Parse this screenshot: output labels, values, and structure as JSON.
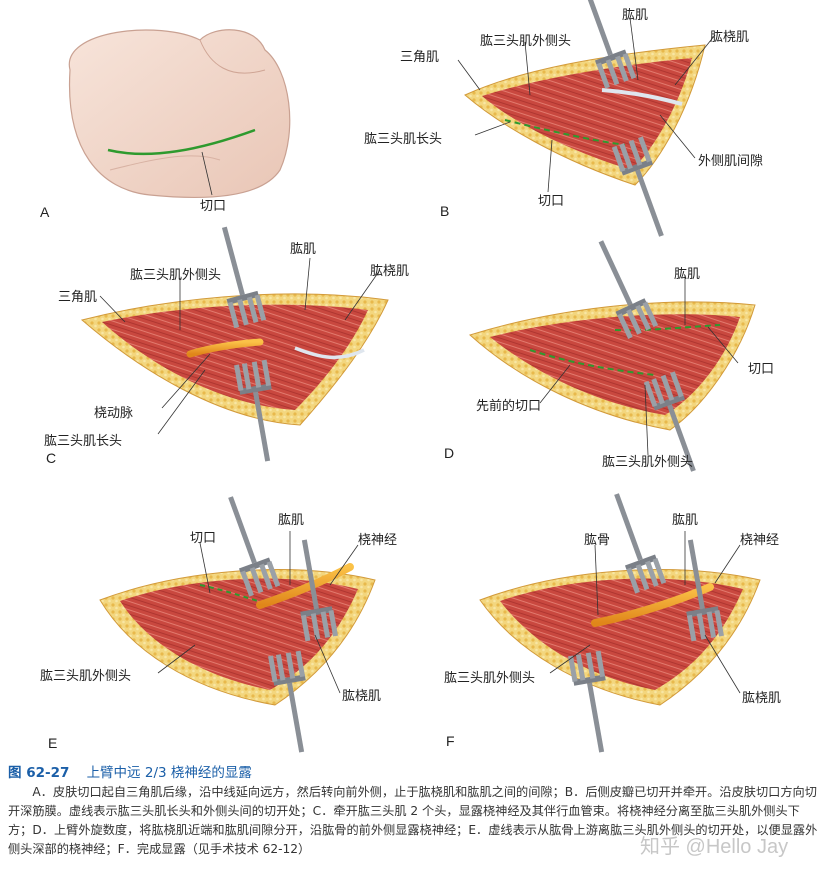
{
  "panels": {
    "A": {
      "letter": "A",
      "labels": {
        "incision": "切口"
      }
    },
    "B": {
      "letter": "B",
      "labels": {
        "deltoid": "三角肌",
        "triceps_lateral": "肱三头肌外侧头",
        "brachialis": "肱肌",
        "brachioradialis": "肱桡肌",
        "triceps_long": "肱三头肌长头",
        "lateral_septum": "外侧肌间隙",
        "incision": "切口"
      }
    },
    "C": {
      "letter": "C",
      "labels": {
        "deltoid": "三角肌",
        "triceps_lateral": "肱三头肌外侧头",
        "brachialis": "肱肌",
        "brachioradialis": "肱桡肌",
        "radial_artery": "桡动脉",
        "triceps_long": "肱三头肌长头"
      }
    },
    "D": {
      "letter": "D",
      "labels": {
        "brachialis": "肱肌",
        "incision": "切口",
        "prior_incision": "先前的切口",
        "triceps_lateral": "肱三头肌外侧头"
      }
    },
    "E": {
      "letter": "E",
      "labels": {
        "incision": "切口",
        "brachialis": "肱肌",
        "radial_nerve": "桡神经",
        "triceps_lateral": "肱三头肌外侧头",
        "brachioradialis": "肱桡肌"
      }
    },
    "F": {
      "letter": "F",
      "labels": {
        "humerus": "肱骨",
        "brachialis": "肱肌",
        "radial_nerve": "桡神经",
        "triceps_lateral": "肱三头肌外侧头",
        "brachioradialis": "肱桡肌"
      }
    }
  },
  "caption": {
    "fig_number": "图 62-27",
    "title": "上臂中远 2/3 桡神经的显露",
    "body": "A．皮肤切口起自三角肌后缘，沿中线延向远方，然后转向前外侧，止于肱桡肌和肱肌之间的间隙；B．后侧皮瓣已切开并牵开。沿皮肤切口方向切开深筋膜。虚线表示肱三头肌长头和外侧头间的切开处；C．牵开肱三头肌 2 个头，显露桡神经及其伴行血管束。将桡神经分离至肱三头肌外侧头下方；D．上臂外旋数度，将肱桡肌近端和肱肌间隙分开，沿肱骨的前外侧显露桡神经；E．虚线表示从肱骨上游离肱三头肌外侧头的切开处，以便显露外侧头深部的桡神经；F．完成显露（见手术技术 62-12）"
  },
  "watermark": "知乎 @Hello Jay",
  "colors": {
    "skin": "#f4dbcf",
    "fat": "#f2d27a",
    "muscle": "#c7423f",
    "nerve": "#f0a020",
    "caption_blue": "#1b5fa8"
  }
}
